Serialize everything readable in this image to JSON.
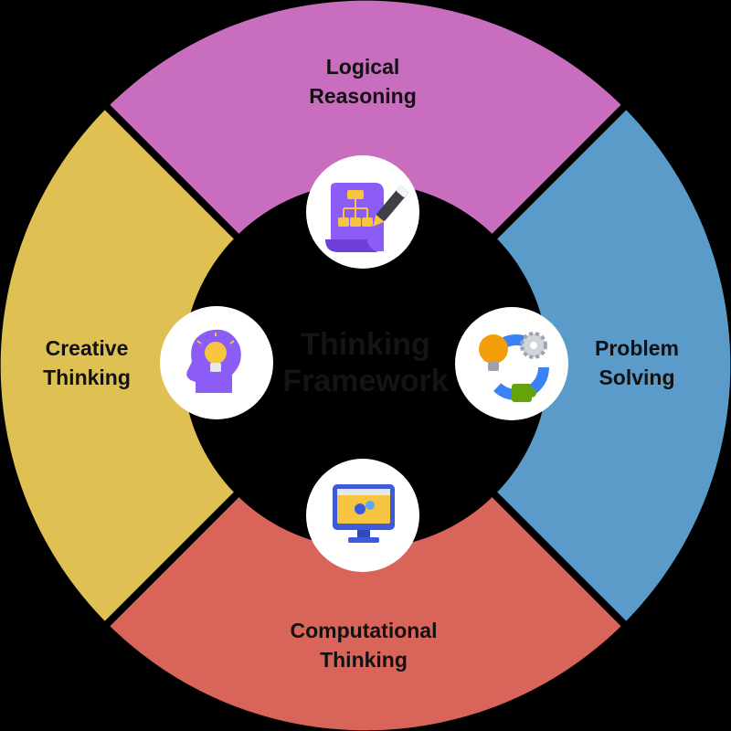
{
  "center": {
    "title_lines": [
      "Thinking",
      "Framework"
    ]
  },
  "segments": [
    {
      "id": "logical-reasoning",
      "lines": [
        "Logical",
        "Reasoning"
      ],
      "color": "#C96DBE",
      "icon": "flowchart-document-icon"
    },
    {
      "id": "problem-solving",
      "lines": [
        "Problem",
        "Solving"
      ],
      "color": "#5A9BC9",
      "icon": "gears-bulb-puzzle-icon"
    },
    {
      "id": "computational-thinking",
      "lines": [
        "Computational",
        "Thinking"
      ],
      "color": "#D9655A",
      "icon": "computer-monitor-icon"
    },
    {
      "id": "creative-thinking",
      "lines": [
        "Creative",
        "Thinking"
      ],
      "color": "#DFC052",
      "icon": "head-lightbulb-icon"
    }
  ],
  "colors": {
    "background": "#000000",
    "icon_badge": "#FFFFFF",
    "accent_purple": "#8B5CF6",
    "accent_yellow": "#F5C542",
    "accent_blue": "#3B5BDB"
  }
}
